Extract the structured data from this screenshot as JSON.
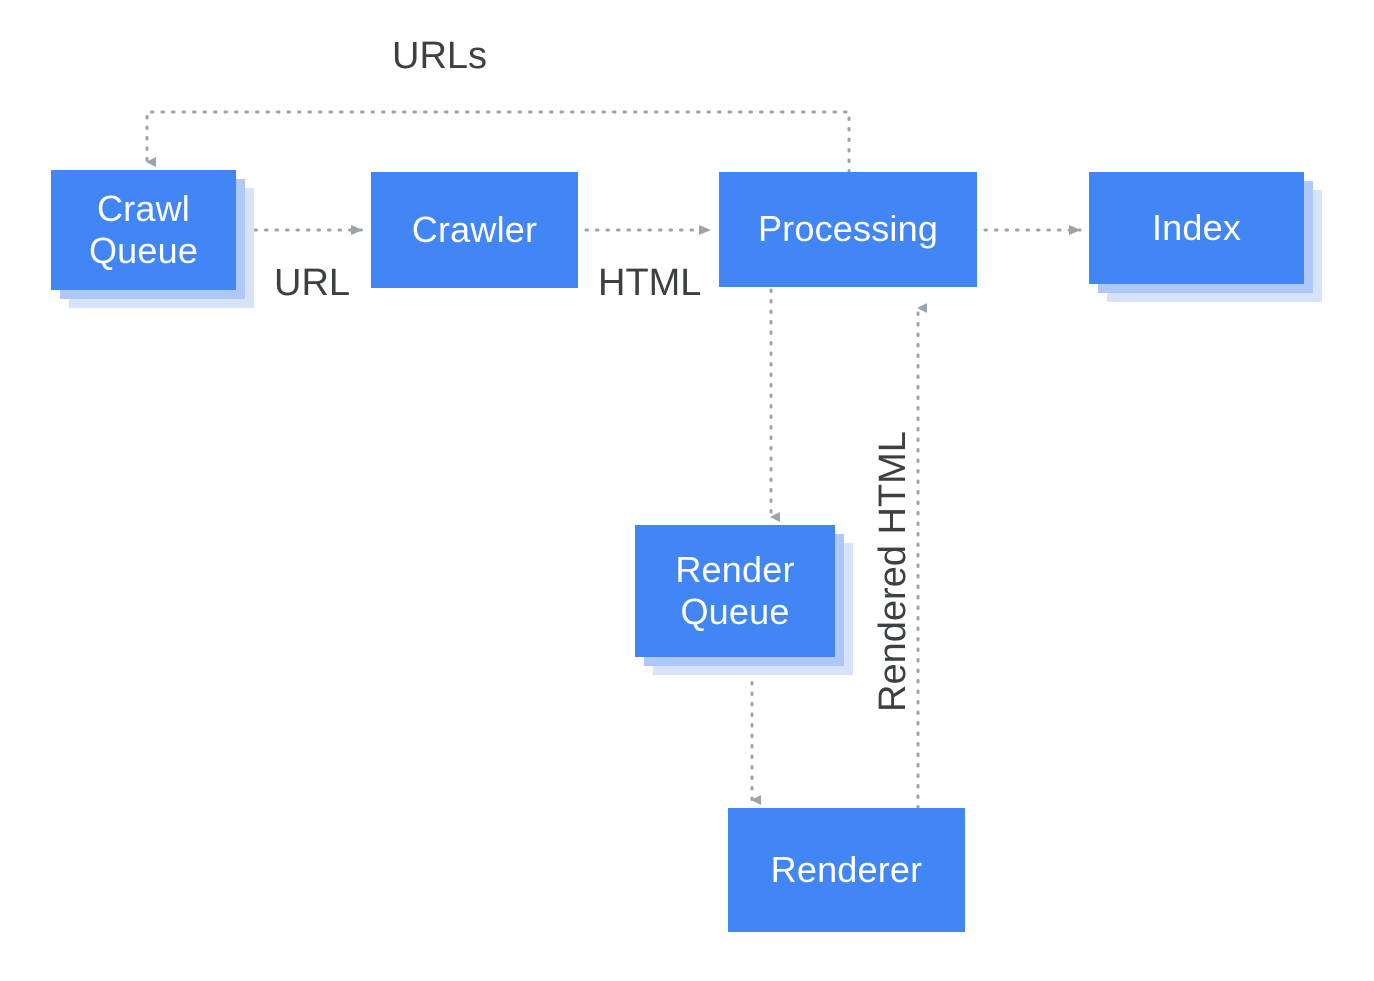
{
  "diagram": {
    "title_label": "URLs",
    "background_color": "#ffffff",
    "node_fill": "#4285f4",
    "node_text_color": "#ffffff",
    "label_text_color": "#3c4043",
    "edge_color": "#9aa4ad",
    "shadow_mid_color": "#aec8f9",
    "shadow_light_color": "#d7e3fc",
    "nodes": [
      {
        "id": "crawl-queue",
        "label": "Crawl\nQueue",
        "line1": "Crawl",
        "line2": "Queue",
        "stacked": true
      },
      {
        "id": "crawler",
        "label": "Crawler",
        "line1": "Crawler",
        "line2": "",
        "stacked": false
      },
      {
        "id": "processing",
        "label": "Processing",
        "line1": "Processing",
        "line2": "",
        "stacked": false
      },
      {
        "id": "index",
        "label": "Index",
        "line1": "Index",
        "line2": "",
        "stacked": true
      },
      {
        "id": "render-queue",
        "label": "Render\nQueue",
        "line1": "Render",
        "line2": "Queue",
        "stacked": true
      },
      {
        "id": "renderer",
        "label": "Renderer",
        "line1": "Renderer",
        "line2": "",
        "stacked": false
      }
    ],
    "edges": [
      {
        "id": "processing-to-crawl-queue",
        "label": "URLs",
        "from": "processing",
        "to": "crawl-queue",
        "style": "dotted"
      },
      {
        "id": "crawl-queue-to-crawler",
        "label": "URL",
        "from": "crawl-queue",
        "to": "crawler",
        "style": "dotted"
      },
      {
        "id": "crawler-to-processing",
        "label": "HTML",
        "from": "crawler",
        "to": "processing",
        "style": "dotted"
      },
      {
        "id": "processing-to-index",
        "label": "",
        "from": "processing",
        "to": "index",
        "style": "dotted"
      },
      {
        "id": "processing-to-render-queue",
        "label": "",
        "from": "processing",
        "to": "render-queue",
        "style": "dotted"
      },
      {
        "id": "render-queue-to-renderer",
        "label": "",
        "from": "render-queue",
        "to": "renderer",
        "style": "dotted"
      },
      {
        "id": "renderer-to-processing",
        "label": "Rendered HTML",
        "from": "renderer",
        "to": "processing",
        "style": "dotted"
      }
    ],
    "labels": {
      "urls": "URLs",
      "url": "URL",
      "html": "HTML",
      "rendered_html": "Rendered HTML"
    }
  }
}
